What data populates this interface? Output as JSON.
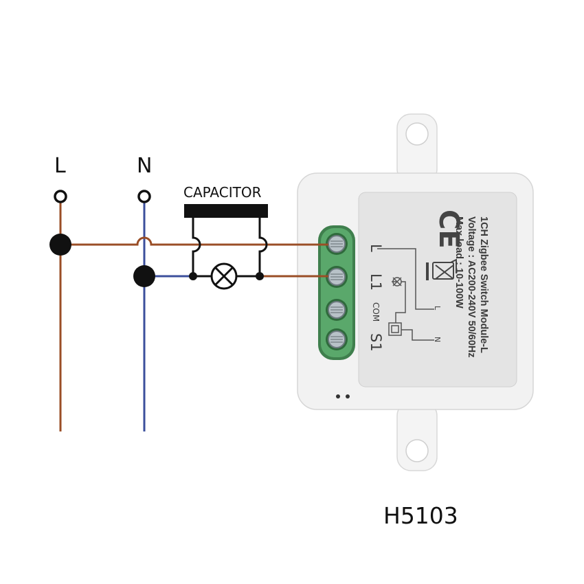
{
  "terminals": {
    "live": "L",
    "neutral": "N"
  },
  "capacitor": {
    "label": "CAPACITOR"
  },
  "model": "H5103",
  "module": {
    "spec_lines": [
      "1CH Zigbee Switch Module-L",
      "Voltage : AC200-240V 50/60Hz",
      "Max.load : 10-100W"
    ],
    "terminal_labels": {
      "l": "L",
      "l1": "L1",
      "com": "COM",
      "s1": "S1"
    },
    "schematic_labels": {
      "l": "L",
      "n": "N"
    },
    "marks": {
      "ce": "CE"
    }
  },
  "colors": {
    "live_wire": "#9a4e26",
    "neutral_wire": "#3b4f9c",
    "device_body": "#f2f2f2",
    "label_panel": "#e4e4e4",
    "terminal_block": "#4e9a60",
    "ink": "#111111"
  }
}
